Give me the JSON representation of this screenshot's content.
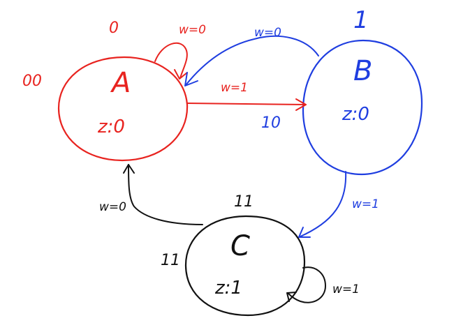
{
  "colors": {
    "state_a": "#e8231f",
    "state_b": "#1f3ee0",
    "state_c": "#111111"
  },
  "states": [
    {
      "id": "A",
      "name": "A",
      "output": "z:0",
      "code": "00",
      "code_digit": "0"
    },
    {
      "id": "B",
      "name": "B",
      "output": "z:0",
      "code": "10",
      "code_digit": "1"
    },
    {
      "id": "C",
      "name": "C",
      "output": "z:1",
      "code_pair_top": "11",
      "code_pair_left": "11"
    }
  ],
  "transitions": [
    {
      "from": "A",
      "to": "A",
      "label": "w=0"
    },
    {
      "from": "B",
      "to": "A",
      "label": "w=0"
    },
    {
      "from": "A",
      "to": "B",
      "label": "w=1"
    },
    {
      "from": "B",
      "to": "C",
      "label": "w=1"
    },
    {
      "from": "C",
      "to": "A",
      "label": "w=0"
    },
    {
      "from": "C",
      "to": "C",
      "label": "w=1"
    }
  ]
}
